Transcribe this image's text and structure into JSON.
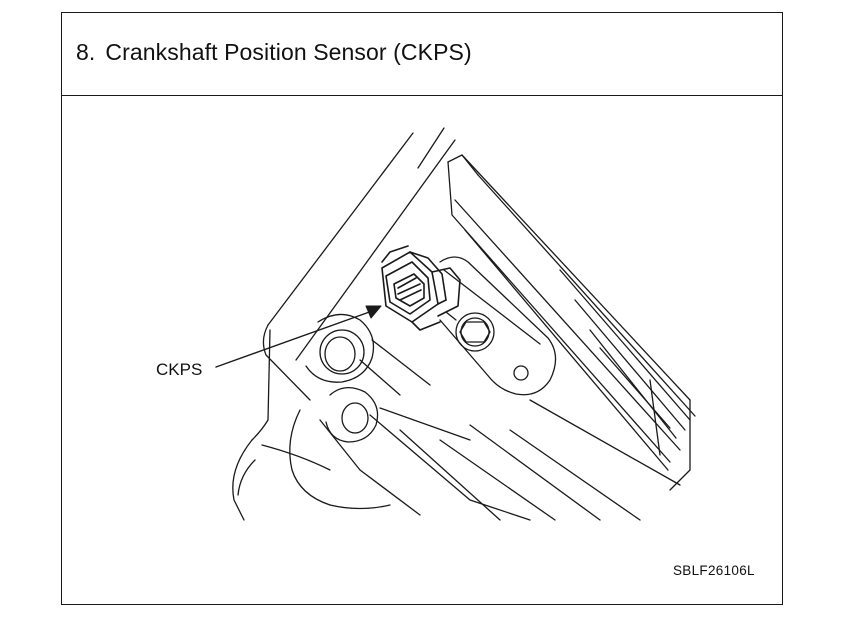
{
  "figure": {
    "number": "8.",
    "title": "Crankshaft Position Sensor (CKPS)",
    "callout_label": "CKPS",
    "figure_code": "SBLF26106L"
  },
  "colors": {
    "line": "#1a1a1a",
    "background": "#ffffff"
  }
}
